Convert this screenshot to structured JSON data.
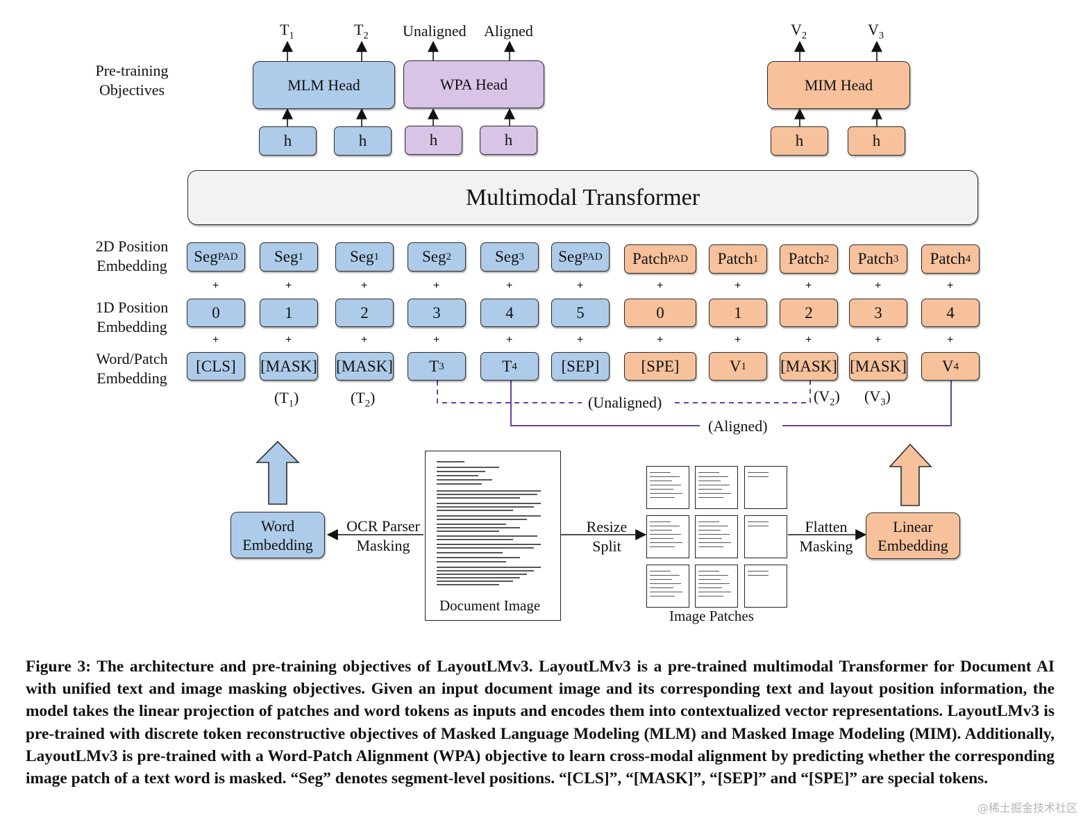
{
  "objectives_label": [
    "Pre-training",
    "Objectives"
  ],
  "outputs": {
    "t1": "T",
    "t1_sub": "1",
    "t2": "T",
    "t2_sub": "2",
    "unaligned": "Unaligned",
    "aligned": "Aligned",
    "v2": "V",
    "v2_sub": "2",
    "v3": "V",
    "v3_sub": "3"
  },
  "heads": {
    "mlm": "MLM Head",
    "wpa": "WPA Head",
    "mim": "MIM Head",
    "hidden": "h"
  },
  "transformer": "Multimodal Transformer",
  "row_labels": {
    "pos2d": [
      "2D Position",
      "Embedding"
    ],
    "pos1d": [
      "1D Position",
      "Embedding"
    ],
    "word": [
      "Word/Patch",
      "Embedding"
    ]
  },
  "seg_row": [
    {
      "text": "Seg",
      "sub": "PAD"
    },
    {
      "text": "Seg",
      "sub": "1"
    },
    {
      "text": "Seg",
      "sub": "1"
    },
    {
      "text": "Seg",
      "sub": "2"
    },
    {
      "text": "Seg",
      "sub": "3"
    },
    {
      "text": "Seg",
      "sub": "PAD"
    },
    {
      "text": "Patch",
      "sub": "PAD"
    },
    {
      "text": "Patch",
      "sub": "1"
    },
    {
      "text": "Patch",
      "sub": "2"
    },
    {
      "text": "Patch",
      "sub": "3"
    },
    {
      "text": "Patch",
      "sub": "4"
    }
  ],
  "pos_row": [
    "0",
    "1",
    "2",
    "3",
    "4",
    "5",
    "0",
    "1",
    "2",
    "3",
    "4"
  ],
  "token_row": [
    {
      "text": "[CLS]",
      "sub": ""
    },
    {
      "text": "[MASK]",
      "sub": ""
    },
    {
      "text": "[MASK]",
      "sub": ""
    },
    {
      "text": "T",
      "sub": "3"
    },
    {
      "text": "T",
      "sub": "4"
    },
    {
      "text": "[SEP]",
      "sub": ""
    },
    {
      "text": "[SPE]",
      "sub": ""
    },
    {
      "text": "V",
      "sub": "1"
    },
    {
      "text": "[MASK]",
      "sub": ""
    },
    {
      "text": "[MASK]",
      "sub": ""
    },
    {
      "text": "V",
      "sub": "4"
    }
  ],
  "plus": "+",
  "masked_targets": [
    {
      "text": "(T",
      "sub": "1",
      "end": ")"
    },
    {
      "text": "(T",
      "sub": "2",
      "end": ")"
    },
    {
      "text": "(V",
      "sub": "2",
      "end": ")"
    },
    {
      "text": "(V",
      "sub": "3",
      "end": ")"
    }
  ],
  "links": {
    "unaligned": "(Unaligned)",
    "aligned": "(Aligned)"
  },
  "pipeline": {
    "word_embedding": [
      "Word",
      "Embedding"
    ],
    "ocr": [
      "OCR Parser",
      "Masking"
    ],
    "document_image": "Document Image",
    "resize": [
      "Resize",
      "Split"
    ],
    "image_patches": "Image Patches",
    "flatten": [
      "Flatten",
      "Masking"
    ],
    "linear_embedding": [
      "Linear",
      "Embedding"
    ]
  },
  "caption": "Figure 3: The architecture and pre-training objectives of LayoutLMv3. LayoutLMv3 is a pre-trained multimodal Transformer for Document AI with unified text and image masking objectives. Given an input document image and its corresponding text and layout position information, the model takes the linear projection of patches and word tokens as inputs and encodes them into contextualized vector representations. LayoutLMv3 is pre-trained with discrete token reconstructive objectives of Masked Language Modeling (MLM) and Masked Image Modeling (MIM). Additionally, LayoutLMv3 is pre-trained with a Word-Patch Alignment (WPA) objective to learn cross-modal alignment by predicting whether the corresponding image patch of a text word is masked. “Seg” denotes segment-level positions. “[CLS]”, “[MASK]”, “[SEP]” and “[SPE]” are special tokens.",
  "watermark": "@稀土掘金技术社区",
  "colors": {
    "text_blue": "#aeccea",
    "wpa_purple": "#d9c3e6",
    "image_orange": "#f6c19b",
    "transformer_grey": "#f2f2f2",
    "link_purple": "#6a3fa0"
  }
}
